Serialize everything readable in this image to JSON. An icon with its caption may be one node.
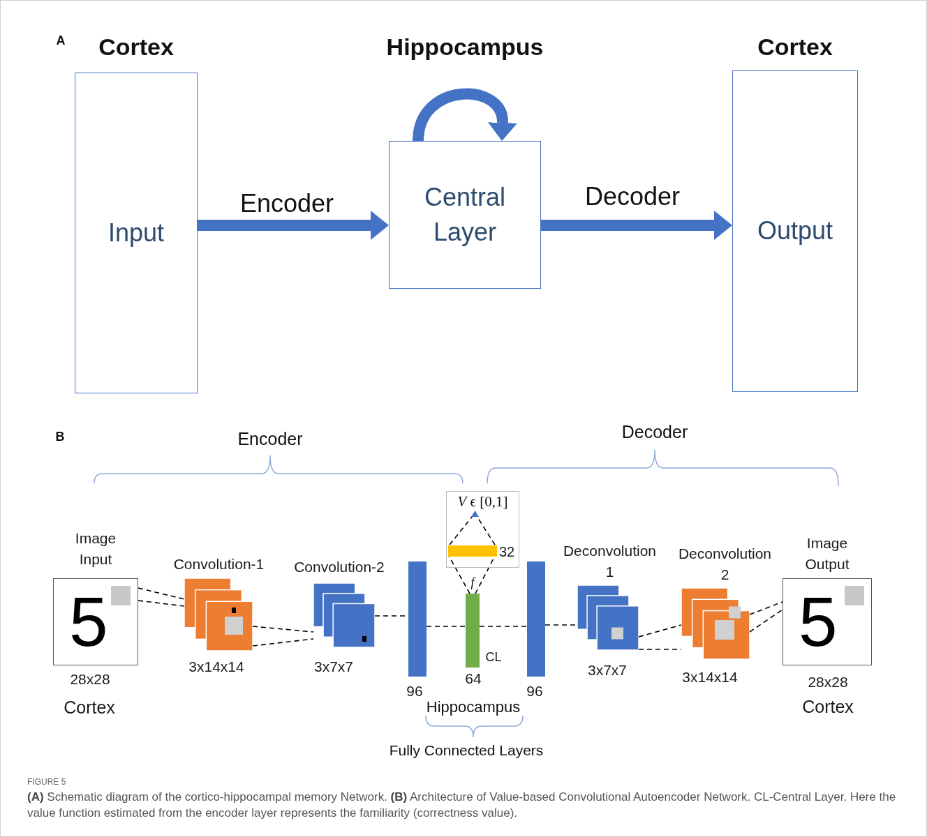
{
  "diagram": {
    "caption": "**(A)** Schematic diagram of the cortico-hippocampal memory Network. **(B)** Architecture of Value-based Convolutional Autoencoder Network. CL-Central Layer. Here the value function estimated from the encoder layer represents the familiarity (correctness value).",
    "nodes": [
      {
        "text": [
          "Cortex",
          "Input"
        ]
      },
      {
        "text": [
          "Hippocampus",
          "Central Layer"
        ]
      },
      {
        "text": [
          "Cortex",
          "Output"
        ]
      },
      {
        "text": [
          "Image Input",
          "5"
        ],
        "beside": [
          "28x28",
          "Cortex"
        ]
      },
      {
        "text": [
          "Convolution-1"
        ],
        "beside": [
          "3x14x14"
        ]
      },
      {
        "text": [
          "Convolution-2"
        ],
        "beside": [
          "3x7x7"
        ]
      },
      {
        "text": [],
        "shape": "bar",
        "beside": [
          "96"
        ]
      },
      {
        "text": [
          "*V* ϵ [0,1]"
        ]
      },
      {
        "text": [],
        "shape": "bar",
        "beside": [
          "32"
        ],
        "in": 7
      },
      {
        "text": [],
        "shape": "triangle",
        "in": 7
      },
      {
        "text": [],
        "shape": "bar",
        "beside": [
          "CL",
          "64"
        ]
      },
      {
        "text": [],
        "shape": "bar",
        "beside": [
          "96"
        ]
      },
      {
        "text": [
          "Deconvolution 1"
        ],
        "beside": [
          "3x7x7"
        ]
      },
      {
        "text": [
          "Deconvolution 2"
        ],
        "beside": [
          "3x14x14"
        ]
      },
      {
        "text": [
          "Image Output",
          "5"
        ],
        "beside": [
          "28x28",
          "Cortex"
        ]
      }
    ],
    "edges": [
      {
        "from": 0,
        "to": 1,
        "arrow": "to",
        "label": "Encoder",
        "style": "thick",
        "color": "#4472c4"
      },
      {
        "from": 1,
        "to": 2,
        "arrow": "to",
        "label": "Decoder",
        "style": "thick",
        "color": "#4472c4"
      },
      {
        "from": 1,
        "to": 1,
        "arrow": "to",
        "style": "thick",
        "color": "#4472c4"
      },
      {
        "from": 3,
        "to": 4,
        "arrow": "none",
        "style": "dashed"
      },
      {
        "from": 4,
        "to": 5,
        "arrow": "none",
        "style": "dashed"
      },
      {
        "from": 5,
        "to": 6,
        "arrow": "none",
        "style": "dashed"
      },
      {
        "from": 6,
        "to": 10,
        "arrow": "none",
        "style": "dashed"
      },
      {
        "from": 10,
        "to": 11,
        "arrow": "none",
        "style": "dashed"
      },
      {
        "from": 11,
        "to": 12,
        "arrow": "none",
        "style": "dashed"
      },
      {
        "from": 12,
        "to": 13,
        "arrow": "none",
        "style": "dashed"
      },
      {
        "from": 13,
        "to": 14,
        "arrow": "none",
        "style": "dashed"
      },
      {
        "from": 10,
        "to": 8,
        "arrow": "none",
        "style": "dashed",
        "label": "f"
      },
      {
        "from": 10,
        "to": 8,
        "arrow": "none",
        "style": "dashed"
      },
      {
        "from": 8,
        "to": 9,
        "arrow": "none",
        "style": "dashed"
      },
      {
        "from": 8,
        "to": 9,
        "arrow": "none",
        "style": "dashed"
      }
    ],
    "labels": [
      "A",
      "B",
      "Encoder",
      "Decoder",
      "Hippocampus",
      "Fully Connected Layers",
      "FIGURE 5"
    ]
  }
}
